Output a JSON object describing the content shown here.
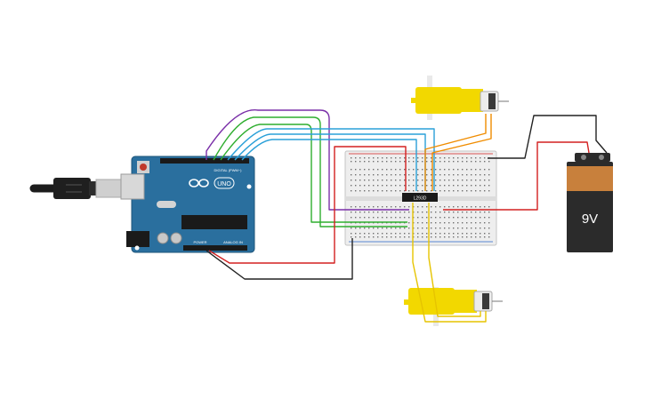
{
  "arduino": {
    "logo": "UNO",
    "digital_header": "DIGITAL (PWM~)",
    "power_label": "POWER",
    "analog_label": "ANALOG IN"
  },
  "ic": {
    "label": "L293D"
  },
  "battery": {
    "label": "9V"
  },
  "colors": {
    "board": "#2a6f9e",
    "breadboard": "#eeeeee",
    "motor": "#f2d800",
    "battery_top": "#c8803c",
    "battery_body": "#2b2b2b",
    "wire_red": "#d32020",
    "wire_black": "#222222",
    "wire_green": "#2fae2f",
    "wire_purple": "#7a2fa8",
    "wire_blue": "#2aa0d8",
    "wire_orange": "#f08c00",
    "wire_yellow": "#e6c400"
  }
}
